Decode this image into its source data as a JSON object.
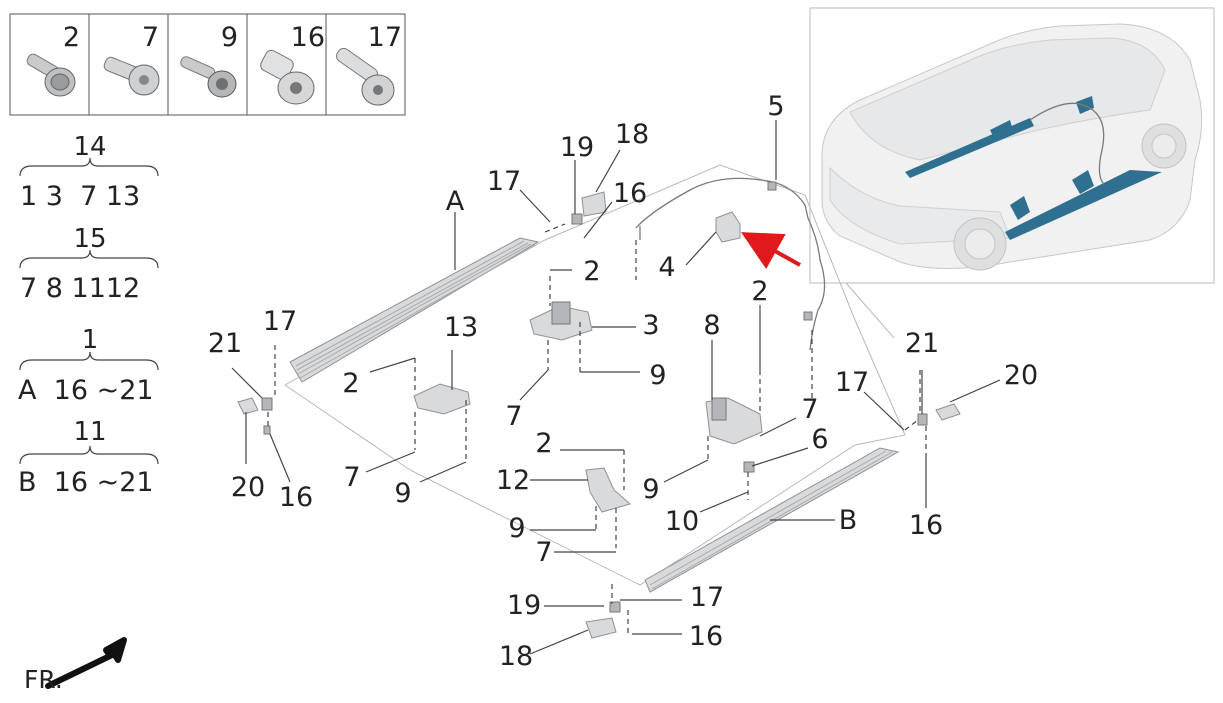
{
  "fastener_legend": [
    "2",
    "7",
    "9",
    "16",
    "17"
  ],
  "groups": {
    "g14": {
      "title": "14",
      "items": "1 3  7 13"
    },
    "g15": {
      "title": "15",
      "items": "7 8 1112"
    },
    "g1": {
      "title": "1",
      "items": "A  16 ~21"
    },
    "g11": {
      "title": "11",
      "items": "B  16 ~21"
    }
  },
  "callouts": {
    "A": "A",
    "B": "B",
    "n2a": "2",
    "n2b": "2",
    "n2c": "2",
    "n2d": "2",
    "n3": "3",
    "n4": "4",
    "n5": "5",
    "n6": "6",
    "n7a": "7",
    "n7b": "7",
    "n7c": "7",
    "n7d": "7",
    "n8": "8",
    "n9a": "9",
    "n9b": "9",
    "n9c": "9",
    "n9d": "9",
    "n10": "10",
    "n12": "12",
    "n13": "13",
    "n16a": "16",
    "n16b": "16",
    "n16c": "16",
    "n16d": "16",
    "n17a": "17",
    "n17b": "17",
    "n17c": "17",
    "n17d": "17",
    "n18a": "18",
    "n18b": "18",
    "n19a": "19",
    "n19b": "19",
    "n20a": "20",
    "n20b": "20",
    "n21a": "21",
    "n21b": "21"
  },
  "direction_label": "FR.",
  "colors": {
    "highlight_arrow": "#e01a1a",
    "part_fill": "#d9dadc",
    "car_highlight": "#2f6f8f"
  }
}
